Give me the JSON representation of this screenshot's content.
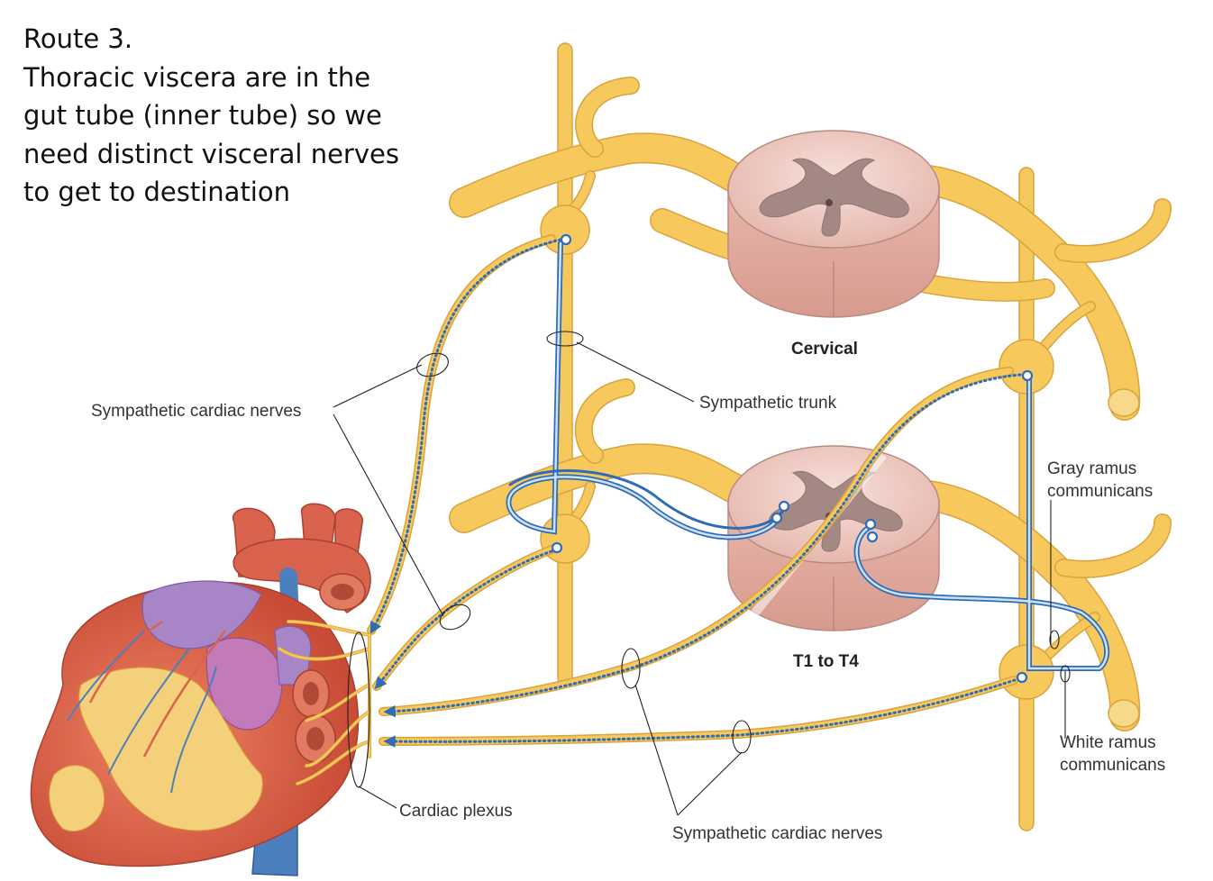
{
  "slide": {
    "heading": "Route 3.",
    "lines": [
      "Thoracic viscera are in the",
      "gut tube (inner tube) so we",
      "need distinct visceral nerves",
      "to get to destination"
    ]
  },
  "labels": {
    "cervical": "Cervical",
    "t1_t4": "T1 to T4",
    "sympathetic_trunk": "Sympathetic trunk",
    "sympathetic_cardiac_nerves_left": "Sympathetic cardiac nerves",
    "sympathetic_cardiac_nerves_bottom": "Sympathetic cardiac nerves",
    "gray_ramus_1": "Gray ramus",
    "gray_ramus_2": "communicans",
    "white_ramus_1": "White ramus",
    "white_ramus_2": "communicans",
    "cardiac_plexus": "Cardiac plexus"
  },
  "colors": {
    "nerve": "#f7c95c",
    "nerve_outline": "#d8a33c",
    "cord": "#f0d2cc",
    "cord_gray": "#a58a86",
    "fiber_blue": "#3f7ec2",
    "heart_red": "#d9634c",
    "heart_purple": "#a785c7",
    "heart_fat": "#f4d07a",
    "vessel_blue": "#4c7fbd"
  }
}
